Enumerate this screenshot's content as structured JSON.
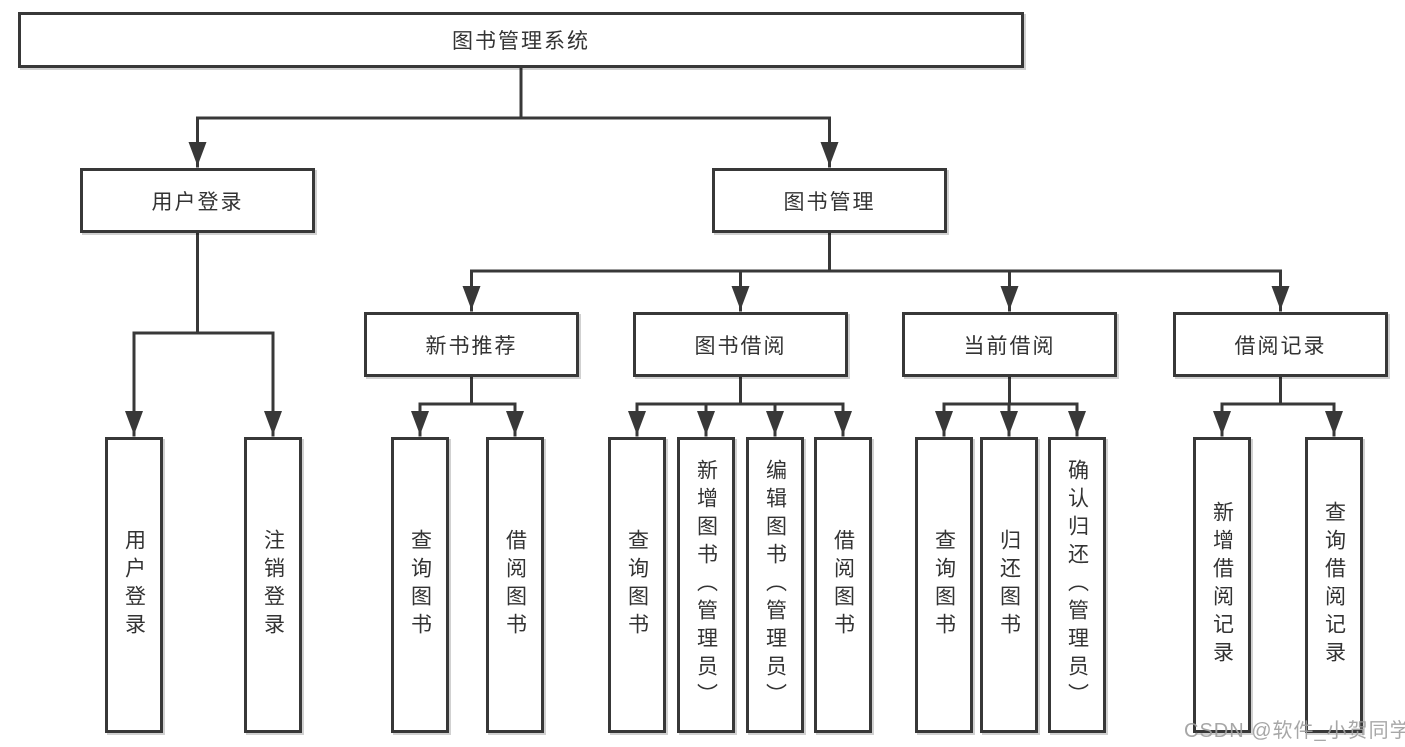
{
  "tree": {
    "root": {
      "label": "图书管理系统"
    },
    "branches": [
      {
        "label": "用户登录",
        "children": [
          {
            "label": "用户登录"
          },
          {
            "label": "注销登录"
          }
        ]
      },
      {
        "label": "图书管理",
        "children": [
          {
            "label": "新书推荐",
            "children": [
              {
                "label": "查询图书"
              },
              {
                "label": "借阅图书"
              }
            ]
          },
          {
            "label": "图书借阅",
            "children": [
              {
                "label": "查询图书"
              },
              {
                "label": "新增图书（管理员）"
              },
              {
                "label": "编辑图书（管理员）"
              },
              {
                "label": "借阅图书"
              }
            ]
          },
          {
            "label": "当前借阅",
            "children": [
              {
                "label": "查询图书"
              },
              {
                "label": "归还图书"
              },
              {
                "label": "确认归还（管理员）"
              }
            ]
          },
          {
            "label": "借阅记录",
            "children": [
              {
                "label": "新增借阅记录"
              },
              {
                "label": "查询借阅记录"
              }
            ]
          }
        ]
      }
    ]
  },
  "watermark": {
    "text": "CSDN @软件_小贺同学"
  },
  "colors": {
    "line": "#383838",
    "text": "#333333",
    "background": "#ffffff",
    "watermark": "#a0a0a0"
  }
}
